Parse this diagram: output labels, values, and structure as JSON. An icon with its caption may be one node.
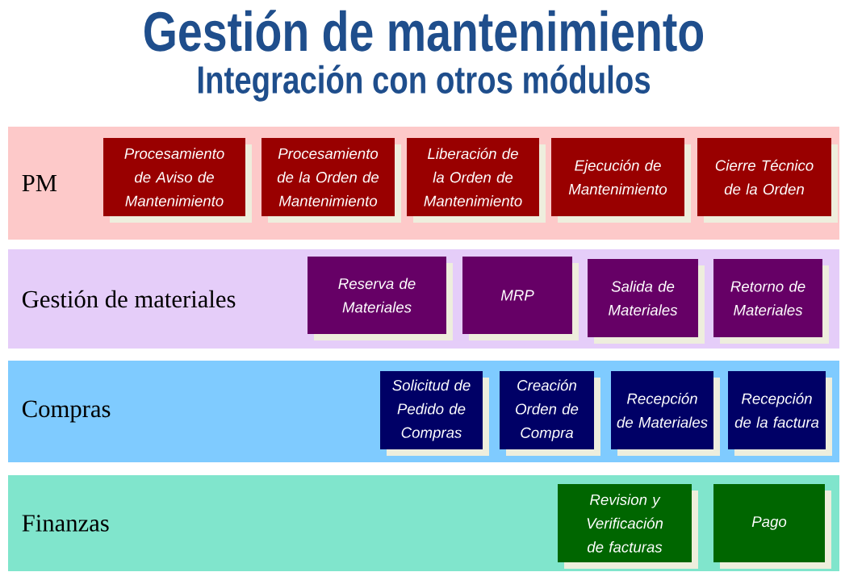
{
  "diagram": {
    "title": "Gestión de mantenimiento",
    "labels": [
      "Integración con otros módulos"
    ],
    "nodes": [
      {
        "text": [
          "PM"
        ]
      },
      {
        "text": [
          "Procesamiento de Aviso de Mantenimiento"
        ],
        "in": 0
      },
      {
        "text": [
          "Procesamiento de la Orden de Mantenimiento"
        ],
        "in": 0
      },
      {
        "text": [
          "Liberación de la Orden de Mantenimiento"
        ],
        "in": 0
      },
      {
        "text": [
          "Ejecución de Mantenimiento"
        ],
        "in": 0
      },
      {
        "text": [
          "Cierre Técnico de la Orden"
        ],
        "in": 0
      },
      {
        "text": [
          "Gestión de materiales"
        ]
      },
      {
        "text": [
          "Reserva de Materiales"
        ],
        "in": 6
      },
      {
        "text": [
          "MRP"
        ],
        "in": 6
      },
      {
        "text": [
          "Salida de Materiales"
        ],
        "in": 6
      },
      {
        "text": [
          "Retorno de Materiales"
        ],
        "in": 6
      },
      {
        "text": [
          "Compras"
        ]
      },
      {
        "text": [
          "Solicitud de Pedido de Compras"
        ],
        "in": 11
      },
      {
        "text": [
          "Creación Orden de Compra"
        ],
        "in": 11
      },
      {
        "text": [
          "Recepción de Materiales"
        ],
        "in": 11
      },
      {
        "text": [
          "Recepción de la factura"
        ],
        "in": 11
      },
      {
        "text": [
          "Finanzas"
        ]
      },
      {
        "text": [
          "Revision y Verificación de facturas"
        ],
        "in": 16
      },
      {
        "text": [
          "Pago"
        ],
        "in": 16
      }
    ]
  }
}
